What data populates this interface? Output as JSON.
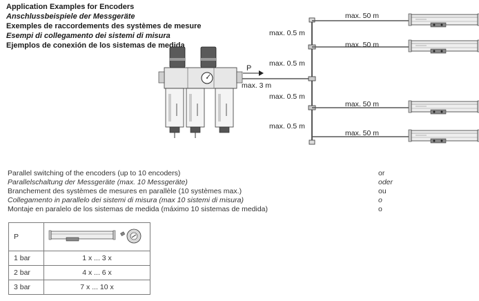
{
  "titles": [
    "Application Examples for Encoders",
    "Anschlussbeispiele der Messgeräte",
    "Exemples de raccordements des systèmes de mesure",
    "Esempi di collegamento dei sistemi di misura",
    "Ejemplos de conexión de los sistemas de medida"
  ],
  "diagram": {
    "pressure_label": "P",
    "main_line_label": "max. 3 m",
    "branch_labels": [
      "max. 0.5 m",
      "max. 0.5 m",
      "max. 0.5 m",
      "max. 0.5 m"
    ],
    "encoder_line_labels": [
      "max. 50 m",
      "max. 50 m",
      "max. 50 m",
      "max. 50 m"
    ]
  },
  "descriptions": [
    "Parallel switching of the encoders (up to 10 encoders)",
    "Parallelschaltung der Messgeräte (max. 10 Messgeräte)",
    "Branchement des systèmes de mesures en parallèle (10 systèmes max.)",
    "Collegamento in parallelo dei sistemi di misura (max 10 sistemi di misura)",
    "Montaje en paralelo de los sistemas de medida (máximo 10 sistemas de medida)"
  ],
  "alternatives": [
    "or",
    "oder",
    "ou",
    "o",
    "o"
  ],
  "table": {
    "header": "P",
    "rows": [
      {
        "pressure": "1 bar",
        "quantity": "1 x ... 3 x"
      },
      {
        "pressure": "2 bar",
        "quantity": "4 x ... 6 x"
      },
      {
        "pressure": "3 bar",
        "quantity": "7 x ... 10 x"
      }
    ]
  }
}
